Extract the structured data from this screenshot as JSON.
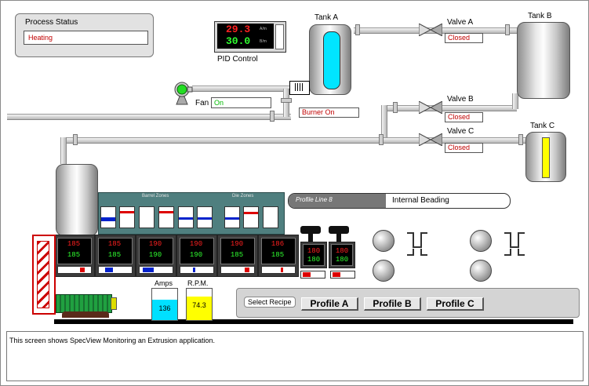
{
  "process_status": {
    "title": "Process Status",
    "value": "Heating"
  },
  "pid": {
    "sv": "29.3",
    "pv": "30.0",
    "unit_top": "A/m",
    "unit_bottom": "B/m",
    "label": "PID Control"
  },
  "fan": {
    "label": "Fan",
    "status": "On"
  },
  "burner": {
    "status": "Burner On"
  },
  "tanks": {
    "a": "Tank A",
    "b": "Tank B",
    "c": "Tank C"
  },
  "valves": [
    {
      "name": "Valve A",
      "status": "Closed"
    },
    {
      "name": "Valve B",
      "status": "Closed"
    },
    {
      "name": "Valve C",
      "status": "Closed"
    }
  ],
  "zones": {
    "barrel_label": "Barrel Zones",
    "die_label": "Die Zones"
  },
  "profile": {
    "line": "Profile Line 8",
    "name": "Internal Beading"
  },
  "temps": [
    {
      "sp": "185",
      "pv": "185"
    },
    {
      "sp": "185",
      "pv": "185"
    },
    {
      "sp": "190",
      "pv": "190"
    },
    {
      "sp": "190",
      "pv": "190"
    },
    {
      "sp": "190",
      "pv": "185"
    },
    {
      "sp": "186",
      "pv": "185"
    }
  ],
  "small_temps": [
    {
      "sp": "180",
      "pv": "180"
    },
    {
      "sp": "180",
      "pv": "180"
    }
  ],
  "amps": {
    "label": "Amps",
    "value": "136"
  },
  "rpm": {
    "label": "R.P.M.",
    "value": "74.3"
  },
  "recipe": {
    "label": "Select Recipe",
    "buttons": [
      "Profile A",
      "Profile B",
      "Profile C"
    ]
  },
  "description": "This screen shows SpecView Monitoring an Extrusion application.",
  "colors": {
    "led_red": "#ff2020",
    "led_green": "#30ff30",
    "status_red": "#c00000",
    "tank_a_fill": "#00e5ff",
    "tank_c_fill": "#ffff00",
    "zone_panel": "#4f7f7f",
    "amps_fill": "#00e0ff",
    "rpm_fill": "#ffff00",
    "motor_green": "#20a040"
  }
}
